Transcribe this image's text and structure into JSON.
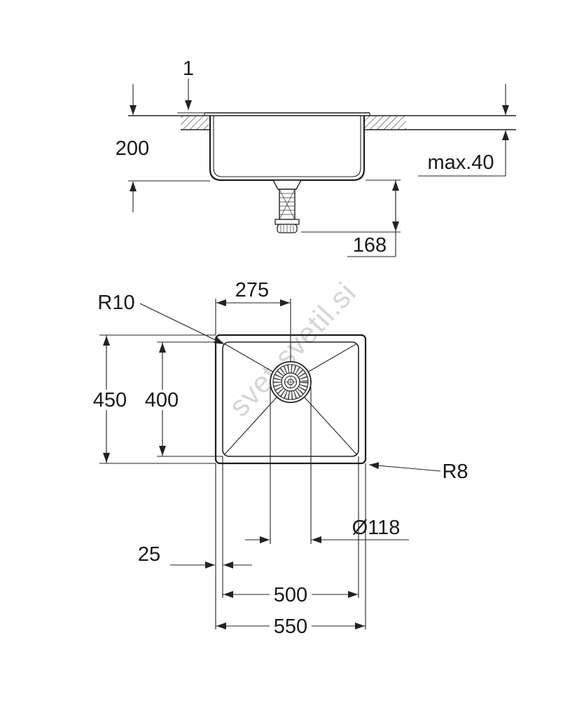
{
  "watermark": {
    "text": "svet-svetil.si",
    "color": "#c9c9c9"
  },
  "drawing": {
    "kind": "sink installation technical drawing",
    "section_view": {
      "labels": {
        "rim_height": "1",
        "bowl_depth": "200",
        "max_counter_thickness": "max.40",
        "drain_height": "168"
      }
    },
    "plan_view": {
      "labels": {
        "corner_radius_inner": "R10",
        "drain_center_offset": "275",
        "outer_depth": "450",
        "inner_depth": "400",
        "corner_radius_outer": "R8",
        "drain_diameter": "Ø118",
        "edge_offset": "25",
        "inner_width": "500",
        "outer_width": "550"
      }
    }
  }
}
